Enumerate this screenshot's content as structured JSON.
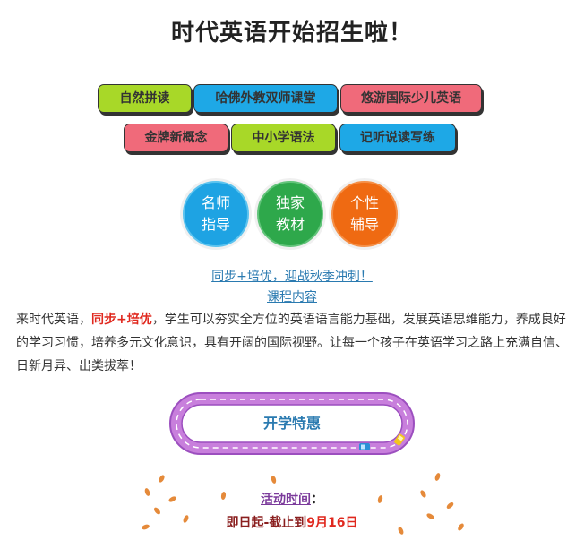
{
  "title": "时代英语开始招生啦！",
  "tags_row1": [
    "自然拼读",
    "哈佛外教双师课堂",
    "悠游国际少儿英语"
  ],
  "tags_row2": [
    "金牌新概念",
    "中小学语法",
    "记听说读写练"
  ],
  "circles": [
    {
      "line1": "名师",
      "line2": "指导"
    },
    {
      "line1": "独家",
      "line2": "教材"
    },
    {
      "line1": "个性",
      "line2": "辅导"
    }
  ],
  "links": {
    "slogan": "同步+培优，迎战秋季冲刺！",
    "course": "课程内容"
  },
  "description": {
    "prefix": "来时代英语，",
    "highlight": "同步+培优",
    "suffix": "，学生可以夯实全方位的英语语言能力基础，发展英语思维能力，养成良好的学习习惯，培养多元文化意识，具有开阔的国际视野。让每一个孩子在英语学习之路上充满自信、日新月异、出类拔萃！"
  },
  "cta_button": "开学特惠",
  "activity": {
    "label": "活动时间",
    "colon": "：",
    "prefix": "即日起-截止到",
    "date": "9月16日"
  },
  "colors": {
    "green": "#a8d828",
    "blue": "#1ea8e6",
    "pink": "#f06a7a",
    "purple_track": "#b56ad0",
    "link": "#2a7ab0",
    "highlight_red": "#e0281e"
  }
}
